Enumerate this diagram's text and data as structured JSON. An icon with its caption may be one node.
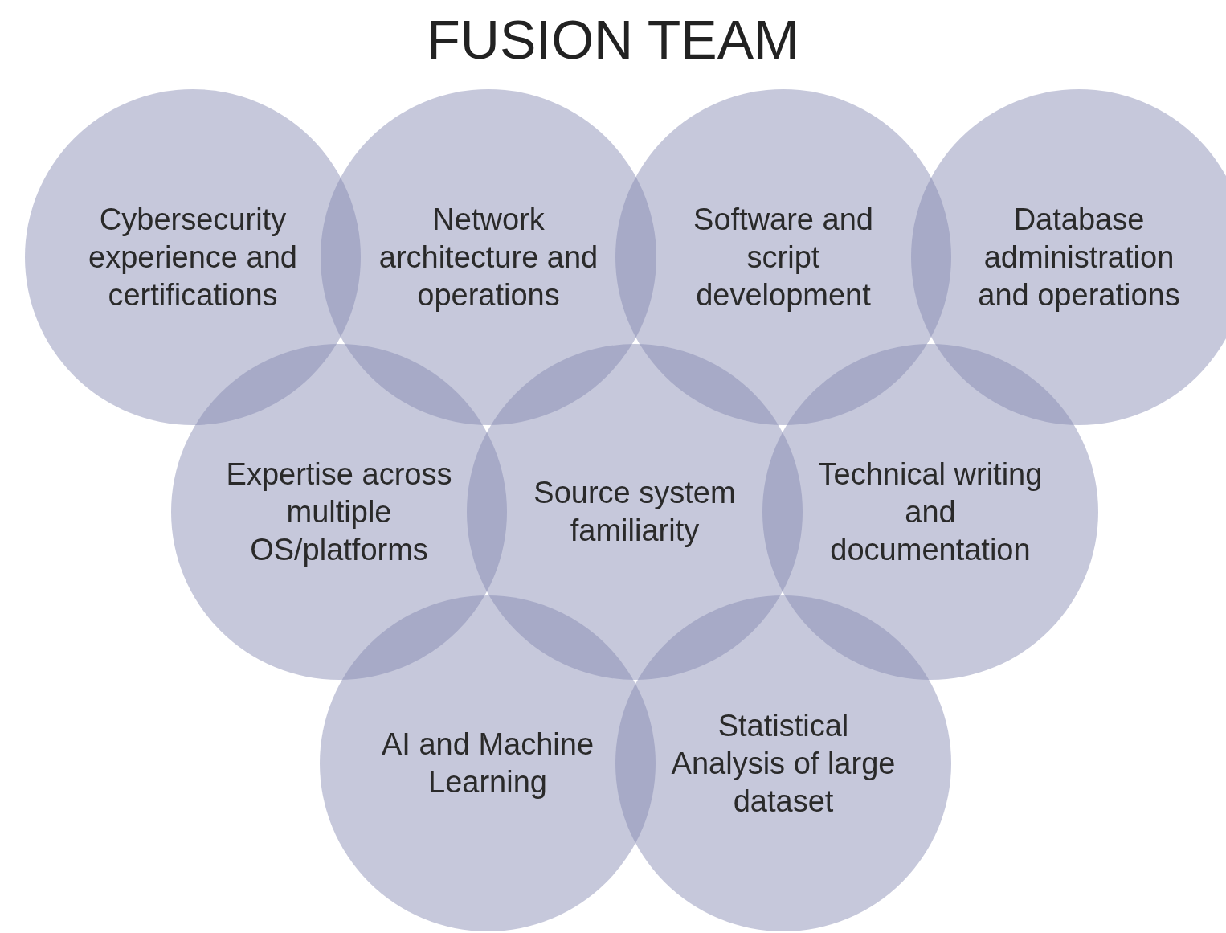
{
  "diagram": {
    "title": "FUSION TEAM",
    "nodes": [
      {
        "text": [
          "Cybersecurity experience and certifications"
        ]
      },
      {
        "text": [
          "Network architecture and operations"
        ]
      },
      {
        "text": [
          "Software and script development"
        ]
      },
      {
        "text": [
          "Database administration and operations"
        ]
      },
      {
        "text": [
          "Expertise across multiple OS/platforms"
        ]
      },
      {
        "text": [
          "Source system familiarity"
        ]
      },
      {
        "text": [
          "Technical writing and documentation"
        ]
      },
      {
        "text": [
          "AI and Machine Learning"
        ]
      },
      {
        "text": [
          "Statistical Analysis of large dataset"
        ]
      }
    ],
    "edges": []
  }
}
